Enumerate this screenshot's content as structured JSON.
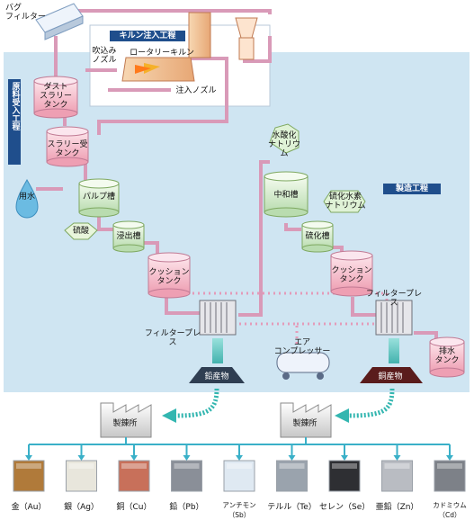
{
  "labels": {
    "bag_filter": "バグ\nフィルター",
    "kiln_process": "キルン注入工程",
    "blow_nozzle": "吹込み\nノズル",
    "rotary_kiln": "ロータリーキルン",
    "inject_nozzle": "注入ノズル",
    "raw_intake": "原料受入工程",
    "dust_slurry_tank": "ダスト\nスラリー\nタンク",
    "slurry_tank": "スラリー受\nタンク",
    "water": "用水",
    "pulp_tank": "パルプ槽",
    "sulfuric_acid": "硫酸",
    "leach_tank": "浸出槽",
    "cushion_tank_1": "クッション\nタンク",
    "filter_press_1": "フィルタープレス",
    "lead_product": "鉛産物",
    "naoh": "水酸化\nナトリウム",
    "manufacturing": "製造工程",
    "neutral_tank": "中和槽",
    "nahs": "硫化水素\nナトリウム",
    "sulfide_tank": "硫化槽",
    "cushion_tank_2": "クッション\nタンク",
    "filter_press_2": "フィルタープレス",
    "air_compressor": "エア\nコンプレッサー",
    "copper_product": "銅産物",
    "drain_tank": "排水\nタンク",
    "smelter_1": "製錬所",
    "smelter_2": "製錬所"
  },
  "products": [
    {
      "label": "金（Au）",
      "color": "#b07a3a"
    },
    {
      "label": "銀（Ag）",
      "color": "#e8e6dc"
    },
    {
      "label": "銅（Cu）",
      "color": "#c8705a"
    },
    {
      "label": "鉛（Pb）",
      "color": "#8a8f98"
    },
    {
      "label": "アンチモン（Sb）",
      "color": "#dfe9f2"
    },
    {
      "label": "テルル（Te）",
      "color": "#9aa3ad"
    },
    {
      "label": "セレン（Se）",
      "color": "#2e2f33"
    },
    {
      "label": "亜鉛（Zn）",
      "color": "#b9bcc2"
    },
    {
      "label": "カドミウム（Cd）",
      "color": "#7d8188"
    }
  ],
  "colors": {
    "process_bg": "#cfe5f2",
    "banner": "#1f4e8c",
    "pipe_pink": "#d99ab8",
    "tank_pink": "#f3b8c8",
    "tank_green": "#cfe8c6",
    "flow_teal": "#33b6b0",
    "product_line": "#3ab0c8"
  }
}
